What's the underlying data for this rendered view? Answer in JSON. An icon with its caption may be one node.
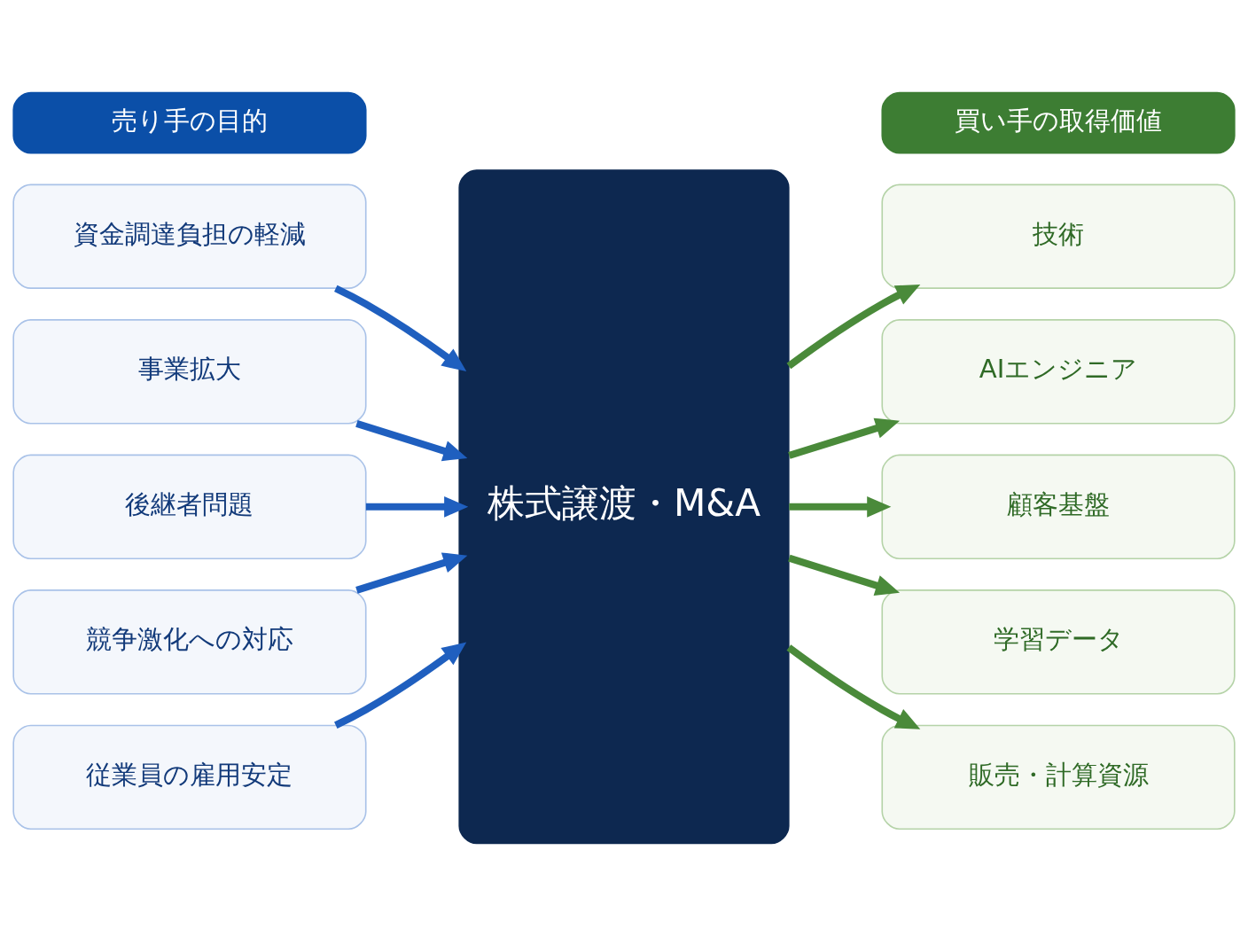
{
  "diagram": {
    "nodes": [
      {
        "text": [
          "売り手の目的"
        ]
      },
      {
        "text": [
          "資金調達負担の軽減"
        ]
      },
      {
        "text": [
          "事業拡大"
        ]
      },
      {
        "text": [
          "後継者問題"
        ]
      },
      {
        "text": [
          "競争激化への対応"
        ]
      },
      {
        "text": [
          "従業員の雇用安定"
        ]
      },
      {
        "text": [
          "株式譲渡・M&A"
        ]
      },
      {
        "text": [
          "買い手の取得価値"
        ]
      },
      {
        "text": [
          "技術"
        ]
      },
      {
        "text": [
          "AIエンジニア"
        ]
      },
      {
        "text": [
          "顧客基盤"
        ]
      },
      {
        "text": [
          "学習データ"
        ]
      },
      {
        "text": [
          "販売・計算資源"
        ]
      }
    ],
    "edges": [
      {
        "from": 1,
        "to": 6,
        "arrow": "to",
        "color": "#1f5fbf"
      },
      {
        "from": 2,
        "to": 6,
        "arrow": "to",
        "color": "#1f5fbf"
      },
      {
        "from": 3,
        "to": 6,
        "arrow": "to",
        "color": "#1f5fbf"
      },
      {
        "from": 4,
        "to": 6,
        "arrow": "to",
        "color": "#1f5fbf"
      },
      {
        "from": 5,
        "to": 6,
        "arrow": "to",
        "color": "#1f5fbf"
      },
      {
        "from": 6,
        "to": 8,
        "arrow": "to",
        "color": "#4a8a3a"
      },
      {
        "from": 6,
        "to": 9,
        "arrow": "to",
        "color": "#4a8a3a"
      },
      {
        "from": 6,
        "to": 10,
        "arrow": "to",
        "color": "#4a8a3a"
      },
      {
        "from": 6,
        "to": 11,
        "arrow": "to",
        "color": "#4a8a3a"
      },
      {
        "from": 6,
        "to": 12,
        "arrow": "to",
        "color": "#4a8a3a"
      }
    ]
  }
}
